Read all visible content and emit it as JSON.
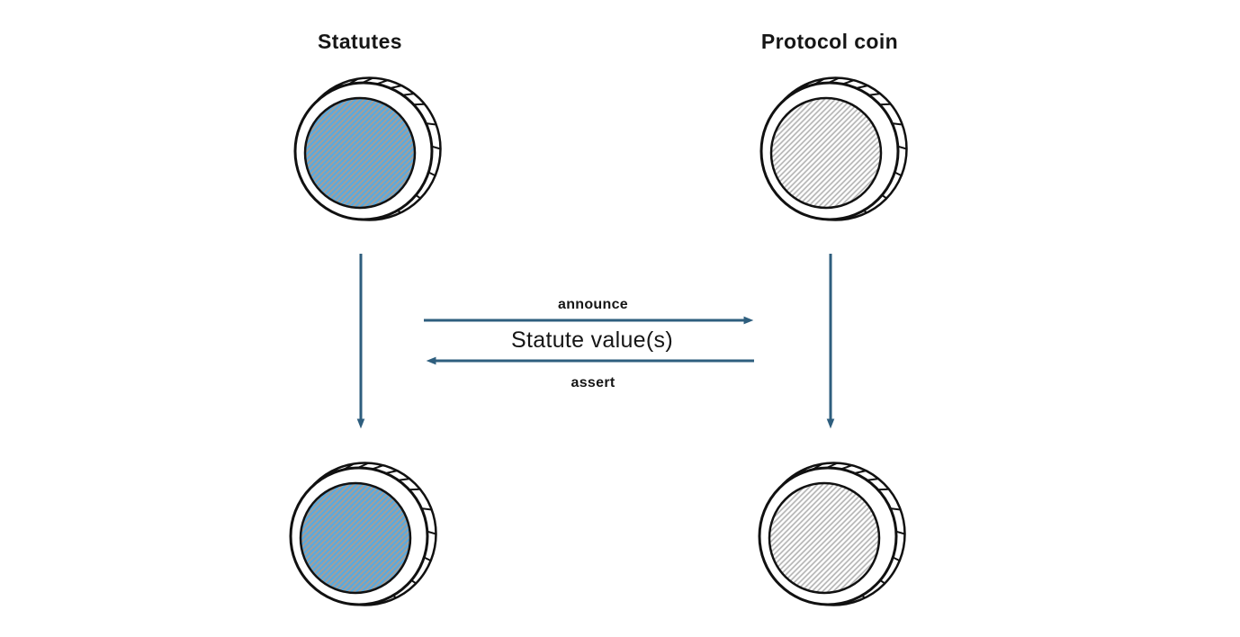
{
  "diagram": {
    "title_left": "Statutes",
    "title_right": "Protocol coin",
    "messages": {
      "announce": "announce",
      "center": "Statute value(s)",
      "assert": "assert"
    },
    "colors": {
      "background": "#ffffff",
      "arrow": "#2e5e7e",
      "text": "#161616",
      "coin_outline": "#111111",
      "coin_face": "#ffffff",
      "statutes_fill": "#57a9e0",
      "statutes_hatch": "#a49f99",
      "protocol_fill": "#ffffff",
      "protocol_hatch": "#b5b5b5"
    },
    "coins": [
      {
        "id": "statutes-top",
        "style": "statutes"
      },
      {
        "id": "protocol-top",
        "style": "protocol"
      },
      {
        "id": "statutes-bottom",
        "style": "statutes"
      },
      {
        "id": "protocol-bottom",
        "style": "protocol"
      }
    ]
  }
}
